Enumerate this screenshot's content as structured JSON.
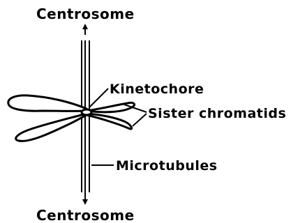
{
  "labels": {
    "centrosome_top": "Centrosome",
    "centrosome_bottom": "Centrosome",
    "kinetochore": "Kinetochore",
    "sister_chromatids": "Sister chromatids",
    "microtubules": "Microtubules"
  },
  "colors": {
    "ink": "#000000",
    "background": "#ffffff",
    "chromatid_fill": "#ffffff"
  }
}
